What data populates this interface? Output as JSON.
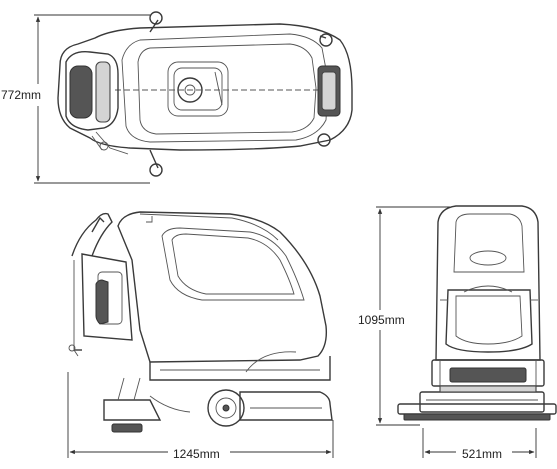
{
  "dimensions": {
    "top_view_width": "772mm",
    "side_view_length": "1245mm",
    "front_view_height": "1095mm",
    "front_view_width": "521mm"
  },
  "colors": {
    "line": "#3a3a3a",
    "fill": "#ffffff",
    "shade": "#d4d4d4"
  }
}
